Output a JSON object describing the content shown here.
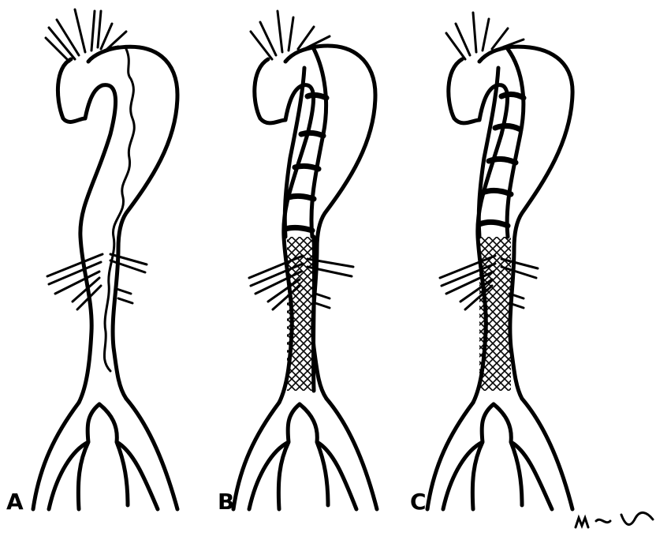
{
  "figure": {
    "panels": [
      {
        "id": "A",
        "label": "A",
        "stent_graft": false,
        "mesh_stent": false,
        "false_lumen_open": true
      },
      {
        "id": "B",
        "label": "B",
        "stent_graft": true,
        "mesh_stent": true,
        "false_lumen_open": true
      },
      {
        "id": "C",
        "label": "C",
        "stent_graft": true,
        "mesh_stent": true,
        "false_lumen_open": false
      }
    ],
    "signature": "artist-initials-signature",
    "colors": {
      "ink": "#000000",
      "paper": "#ffffff"
    }
  }
}
